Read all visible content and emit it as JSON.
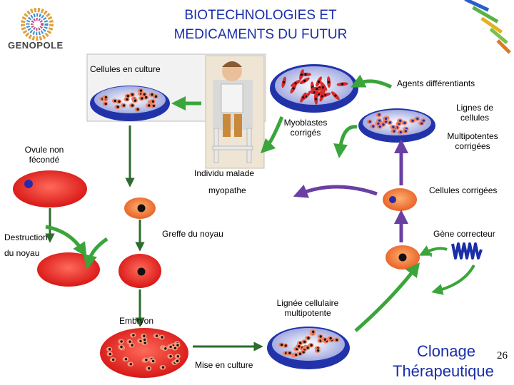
{
  "header": {
    "title_line1": "BIOTECHNOLOGIES ET",
    "title_line2": "MEDICAMENTS DU FUTUR",
    "logo_text": "GENOPOLE"
  },
  "labels": {
    "cellules_en_culture": "Cellules en culture",
    "agents_differentiants": "Agents différentiants",
    "lignes_line1": "Lignes de",
    "lignes_line2": "cellules",
    "myoblastes_line1": "Myoblastes",
    "myoblastes_line2": "corrigés",
    "multipotentes_line1": "Multipotentes",
    "multipotentes_line2": "corrigées",
    "ovule_line1": "Ovule non",
    "ovule_line2": "fécondé",
    "individu_malade": "Individu malade",
    "myopathe": "myopathe",
    "cellules_corrigees": "Cellules corrigées",
    "destruction": "Destruction",
    "du_noyau": "du noyau",
    "greffe_du_noyau": "Greffe du noyau",
    "gene_correcteur": "Gène correcteur",
    "lignee_line1": "Lignée cellulaire",
    "lignee_line2": "multipotente",
    "embryon": "Embryon",
    "mise_en_culture": "Mise en culture"
  },
  "footer": {
    "clonage": "Clonage",
    "therapeutique": "Thérapeutique",
    "page_number": "26"
  },
  "colors": {
    "title_blue": "#1a2ea8",
    "arrow_green": "#3aa53a",
    "arrow_purple": "#6a3fa3",
    "cell_red": "#e02020",
    "dish_blue": "#2233aa",
    "dish_medium": "#a7aee0",
    "nucleus_blue": "#2a2aa8"
  }
}
